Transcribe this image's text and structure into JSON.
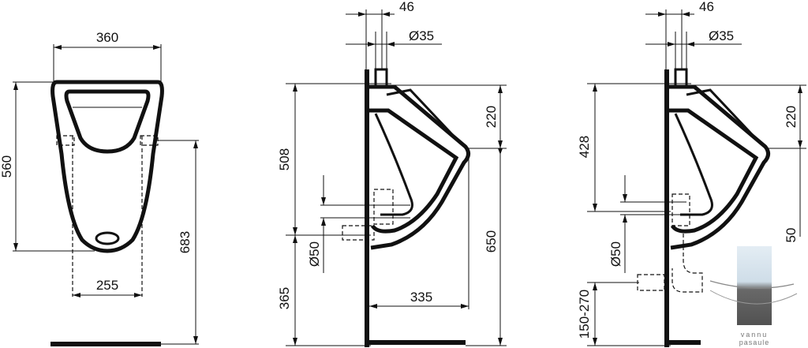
{
  "front_view": {
    "width": "360",
    "height": "560",
    "outlet_spacing": "255",
    "total_height": "683"
  },
  "side_view_1": {
    "top_offset": "46",
    "pipe_diameter": "Ø35",
    "inlet_height": "508",
    "depth_upper": "220",
    "drain_diameter": "Ø50",
    "drain_height": "365",
    "rim_height": "650",
    "projection": "335"
  },
  "side_view_2": {
    "top_offset": "46",
    "pipe_diameter": "Ø35",
    "inlet_height": "428",
    "depth_upper": "220",
    "drain_diameter": "Ø50",
    "drain_height_range": "150-270",
    "rim_height_partial": "50"
  },
  "watermark": {
    "line1": "vannu",
    "line2": "pasaule"
  }
}
